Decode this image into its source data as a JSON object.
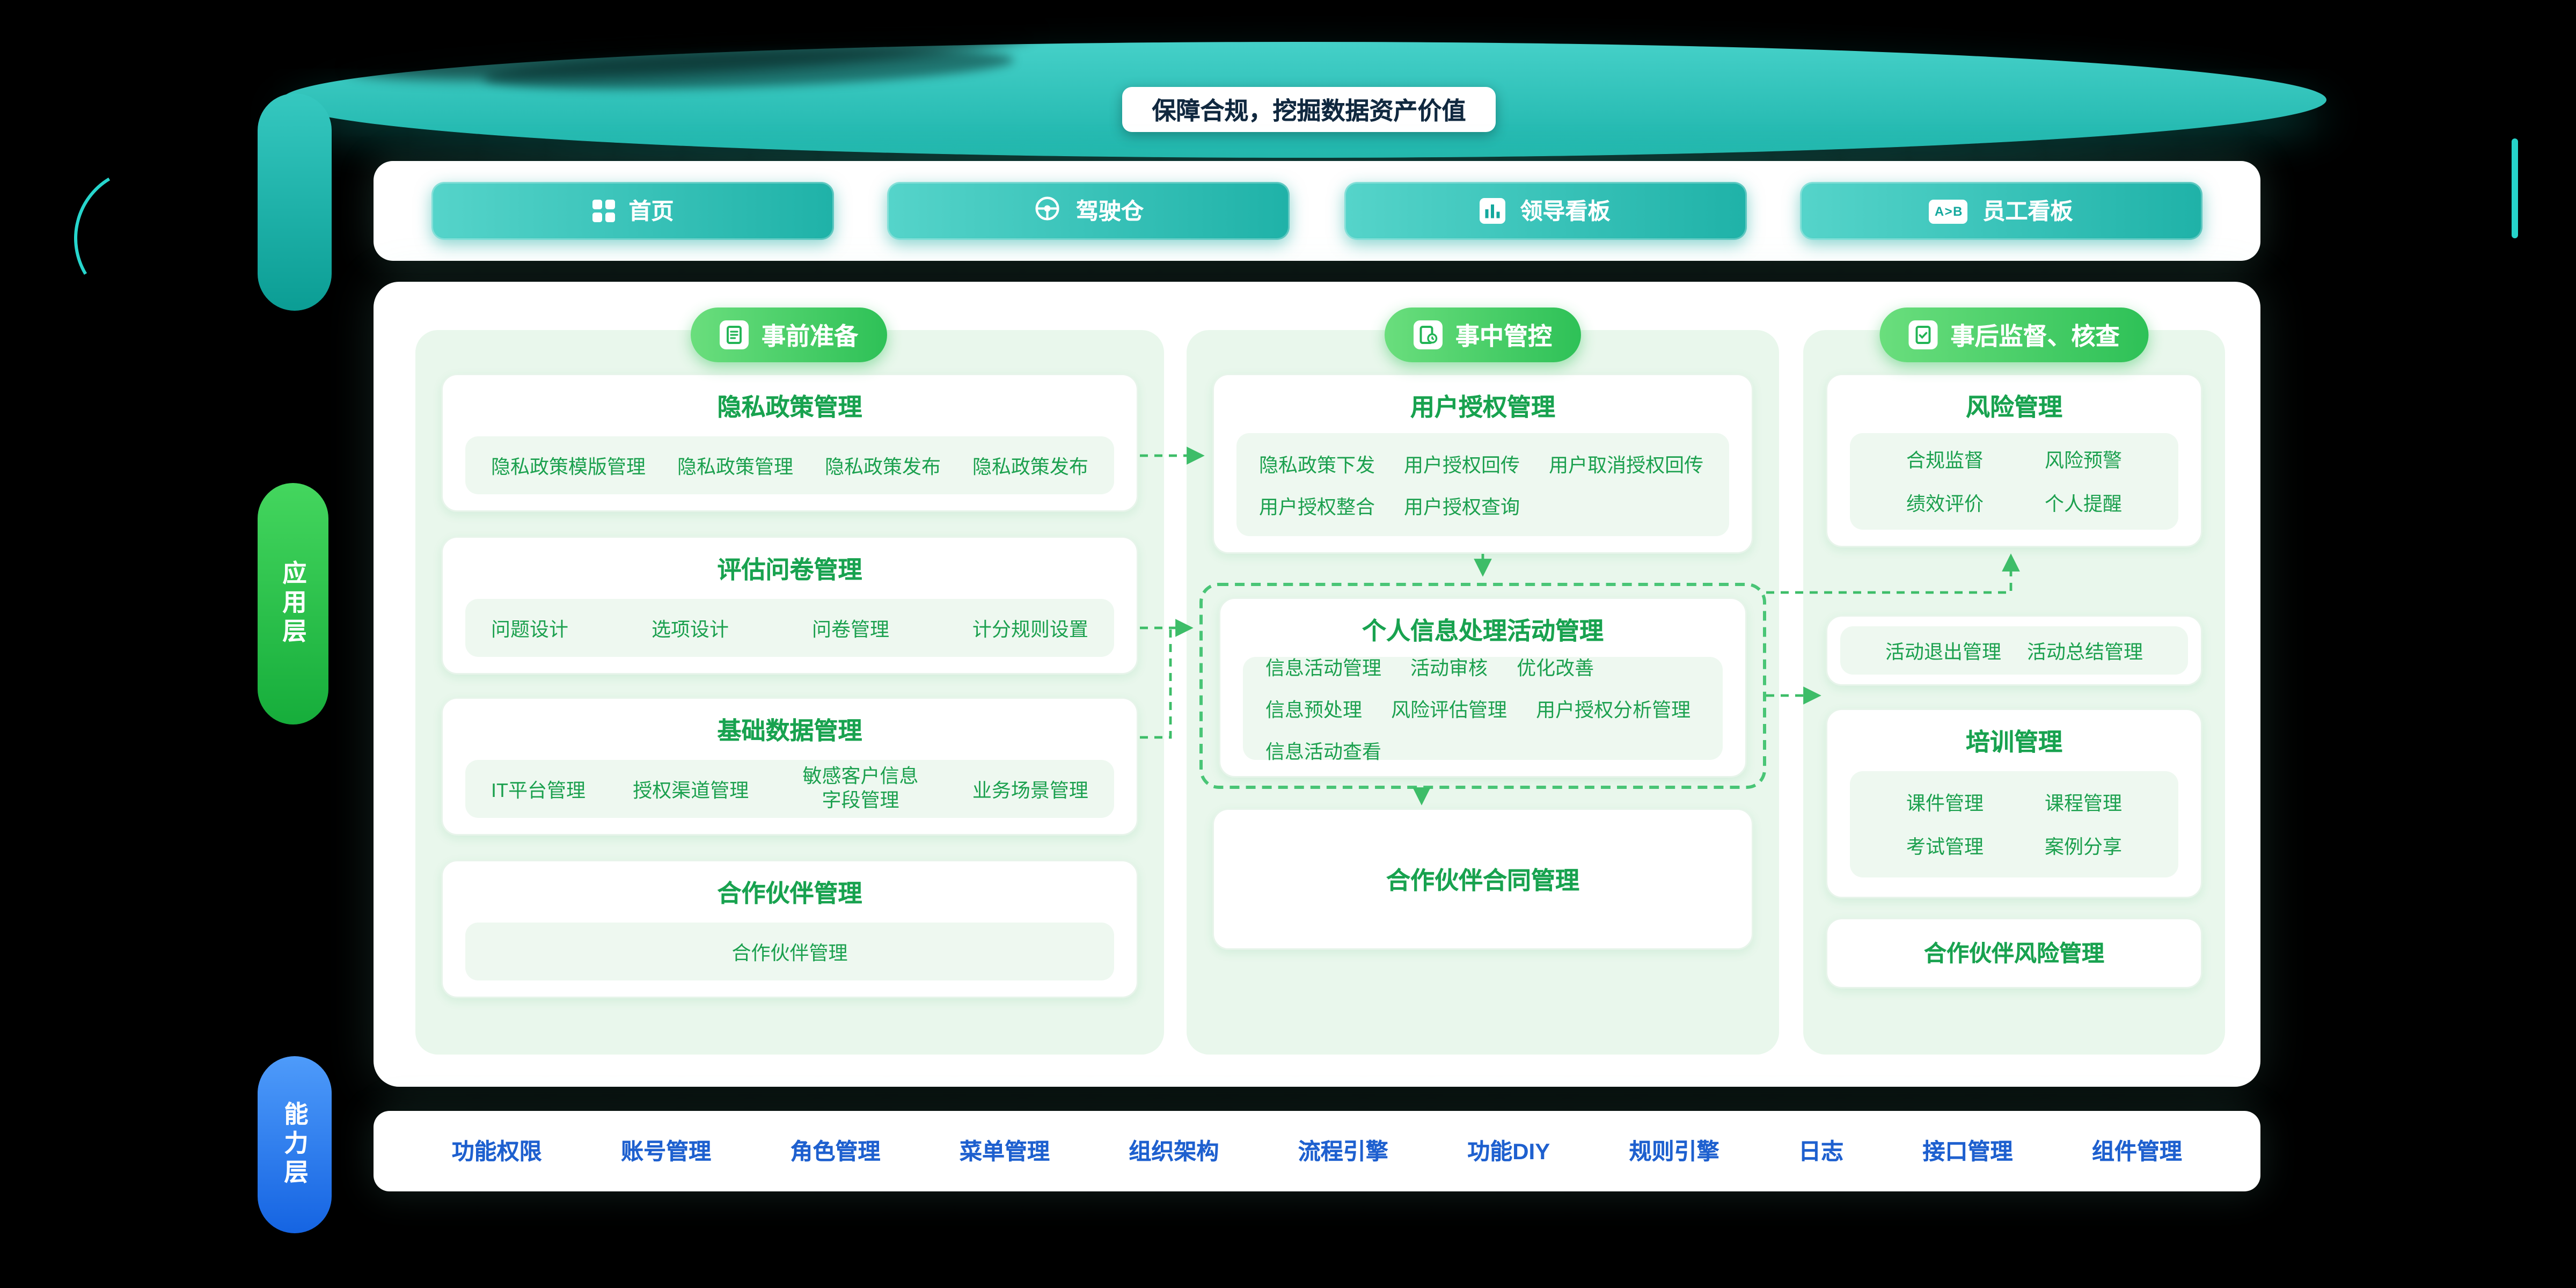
{
  "banner": {
    "title": "保障合规，挖掘数据资产价值"
  },
  "nav": {
    "items": [
      {
        "label": "首页",
        "icon": "grid-icon"
      },
      {
        "label": "驾驶仓",
        "icon": "steering-wheel-icon"
      },
      {
        "label": "领导看板",
        "icon": "bar-chart-icon",
        "icon_text": ""
      },
      {
        "label": "员工看板",
        "icon": "ab-compare-icon",
        "icon_text": "A>B"
      }
    ]
  },
  "layers": {
    "application": "应用层",
    "capability": "能力层"
  },
  "columns": [
    {
      "header": "事前准备",
      "cards": [
        {
          "title": "隐私政策管理",
          "items": [
            "隐私政策模版管理",
            "隐私政策管理",
            "隐私政策发布",
            "隐私政策发布"
          ]
        },
        {
          "title": "评估问卷管理",
          "items": [
            "问题设计",
            "选项设计",
            "问卷管理",
            "计分规则设置"
          ]
        },
        {
          "title": "基础数据管理",
          "items": [
            "IT平台管理",
            "授权渠道管理",
            "敏感客户信息字段管理",
            "业务场景管理"
          ]
        },
        {
          "title": "合作伙伴管理",
          "items": [
            "合作伙伴管理"
          ]
        }
      ]
    },
    {
      "header": "事中管控",
      "cards": [
        {
          "title": "用户授权管理",
          "items": [
            "隐私政策下发",
            "用户授权回传",
            "用户取消授权回传",
            "用户授权整合",
            "用户授权查询"
          ]
        },
        {
          "title": "个人信息处理活动管理",
          "items": [
            "信息活动管理",
            "活动审核",
            "优化改善",
            "信息预处理",
            "风险评估管理",
            "用户授权分析管理",
            "信息活动查看"
          ]
        },
        {
          "title": "合作伙伴合同管理",
          "items": []
        }
      ]
    },
    {
      "header": "事后监督、核查",
      "cards": [
        {
          "title": "风险管理",
          "items": [
            "合规监督",
            "风险预警",
            "绩效评价",
            "个人提醒"
          ]
        },
        {
          "title": "",
          "items": [
            "活动退出管理",
            "活动总结管理"
          ]
        },
        {
          "title": "培训管理",
          "items": [
            "课件管理",
            "课程管理",
            "考试管理",
            "案例分享"
          ]
        },
        {
          "title": "合作伙伴风险管理",
          "items": []
        }
      ]
    }
  ],
  "footer": {
    "items": [
      "功能权限",
      "账号管理",
      "角色管理",
      "菜单管理",
      "组织架构",
      "流程引擎",
      "功能DIY",
      "规则引擎",
      "日志",
      "接口管理",
      "组件管理"
    ]
  },
  "colors": {
    "teal": "#1fb2a8",
    "green": "#2ec157",
    "green_text": "#18a24f",
    "blue_text": "#1e60cf",
    "panel_bg": "#e9f7ec",
    "title_text": "#10283f"
  }
}
